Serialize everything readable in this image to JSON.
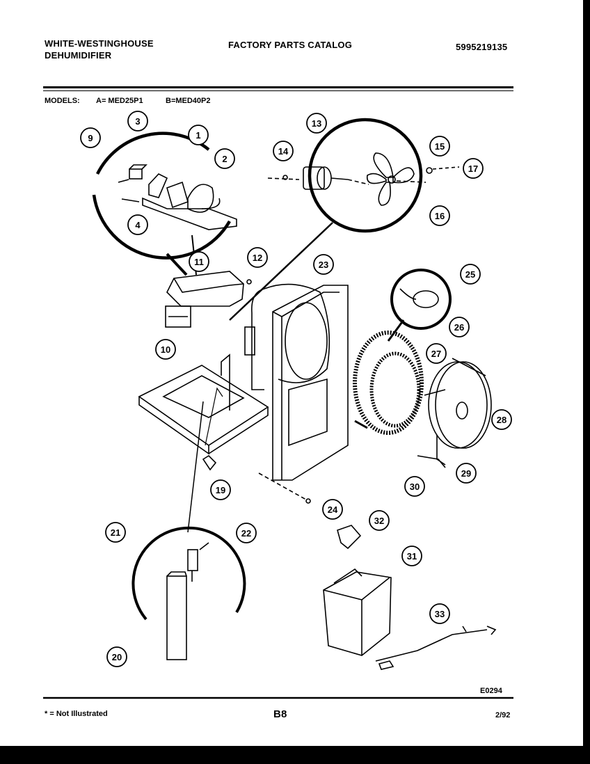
{
  "header": {
    "brand_line1": "WHITE-WESTINGHOUSE",
    "brand_line2": "DEHUMIDIFIER",
    "catalog_title": "FACTORY PARTS CATALOG",
    "catalog_number": "5995219135"
  },
  "models": {
    "label": "MODELS:",
    "model_a": "A= MED25P1",
    "model_b": "B=MED40P2"
  },
  "diagram": {
    "callouts": [
      {
        "id": "1"
      },
      {
        "id": "2"
      },
      {
        "id": "3"
      },
      {
        "id": "4"
      },
      {
        "id": "9"
      },
      {
        "id": "10"
      },
      {
        "id": "11"
      },
      {
        "id": "12"
      },
      {
        "id": "13"
      },
      {
        "id": "14"
      },
      {
        "id": "15"
      },
      {
        "id": "16"
      },
      {
        "id": "17"
      },
      {
        "id": "19"
      },
      {
        "id": "20"
      },
      {
        "id": "21"
      },
      {
        "id": "22"
      },
      {
        "id": "23"
      },
      {
        "id": "24"
      },
      {
        "id": "25"
      },
      {
        "id": "26"
      },
      {
        "id": "27"
      },
      {
        "id": "28"
      },
      {
        "id": "29"
      },
      {
        "id": "30"
      },
      {
        "id": "31"
      },
      {
        "id": "32"
      },
      {
        "id": "33"
      }
    ],
    "figure_code": "E0294"
  },
  "footer": {
    "note": "* = Not Illustrated",
    "page": "B8",
    "date": "2/92"
  }
}
